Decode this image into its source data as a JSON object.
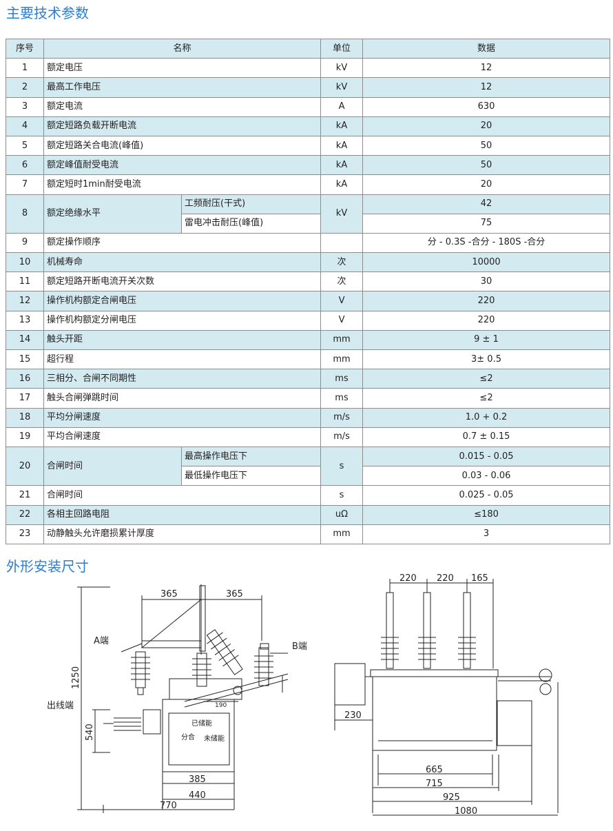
{
  "titles": {
    "params": "主要技术参数",
    "dims": "外形安装尺寸"
  },
  "table": {
    "headers": [
      "序号",
      "名称",
      "单位",
      "数据"
    ],
    "rows": [
      {
        "no": "1",
        "name": "额定电压",
        "unit": "kV",
        "value": "12"
      },
      {
        "no": "2",
        "name": "最高工作电压",
        "unit": "kV",
        "value": "12"
      },
      {
        "no": "3",
        "name": "额定电流",
        "unit": "A",
        "value": "630"
      },
      {
        "no": "4",
        "name": "额定短路负载开断电流",
        "unit": "kA",
        "value": "20"
      },
      {
        "no": "5",
        "name": "额定短路关合电流(峰值)",
        "unit": "kA",
        "value": "50"
      },
      {
        "no": "6",
        "name": "额定峰值耐受电流",
        "unit": "kA",
        "value": "50"
      },
      {
        "no": "7",
        "name": "额定短时1min耐受电流",
        "unit": "kA",
        "value": "20"
      },
      {
        "no": "8",
        "name": "额定绝缘水平",
        "unit": "kV",
        "sub": [
          "工频耐压(干式)",
          "雷电冲击耐压(峰值)"
        ],
        "values": [
          "42",
          "75"
        ]
      },
      {
        "no": "9",
        "name": "额定操作顺序",
        "unit": "",
        "value": "分 - 0.3S -合分 - 180S -合分"
      },
      {
        "no": "10",
        "name": "机械寿命",
        "unit": "次",
        "value": "10000"
      },
      {
        "no": "11",
        "name": "额定短路开断电流开关次数",
        "unit": "次",
        "value": "30"
      },
      {
        "no": "12",
        "name": "操作机构额定合闸电压",
        "unit": "V",
        "value": "220"
      },
      {
        "no": "13",
        "name": "操作机构额定分闸电压",
        "unit": "V",
        "value": "220"
      },
      {
        "no": "14",
        "name": "触头开距",
        "unit": "mm",
        "value": "9 ± 1"
      },
      {
        "no": "15",
        "name": "超行程",
        "unit": "mm",
        "value": "3± 0.5"
      },
      {
        "no": "16",
        "name": "三相分、合闸不同期性",
        "unit": "ms",
        "value": "≤2"
      },
      {
        "no": "17",
        "name": "触头合闸弹跳时间",
        "unit": "ms",
        "value": "≤2"
      },
      {
        "no": "18",
        "name": "平均分闸速度",
        "unit": "m/s",
        "value": "1.0 + 0.2"
      },
      {
        "no": "19",
        "name": "平均合闸速度",
        "unit": "m/s",
        "value": "0.7 ± 0.15"
      },
      {
        "no": "20",
        "name": "合闸时间",
        "unit": "s",
        "sub": [
          "最高操作电压下",
          "最低操作电压下"
        ],
        "values": [
          "0.015 - 0.05",
          "0.03 - 0.06"
        ]
      },
      {
        "no": "21",
        "name": "合闸时间",
        "unit": "s",
        "value": "0.025 - 0.05"
      },
      {
        "no": "22",
        "name": "各相主回路电阻",
        "unit": "uΩ",
        "value": "≤180"
      },
      {
        "no": "23",
        "name": "动静触头允许磨损累计厚度",
        "unit": "mm",
        "value": "3"
      }
    ]
  },
  "drawing_left": {
    "labels": {
      "a_end": "A端",
      "b_end": "B端",
      "out_end": "出线端",
      "stored": "已储能",
      "not_stored": "未储能",
      "open_close": "分合"
    },
    "dims": {
      "w365a": "365",
      "w365b": "365",
      "w190": "190",
      "h1250": "1250",
      "h540": "540",
      "w385": "385",
      "w440": "440",
      "w770": "770"
    }
  },
  "drawing_right": {
    "dims": {
      "w220a": "220",
      "w220b": "220",
      "w165": "165",
      "w230": "230",
      "w665": "665",
      "w715": "715",
      "w925": "925",
      "w1080": "1080"
    }
  },
  "colors": {
    "accent": "#2a7fd4",
    "row_shade": "#d2eaf0",
    "border": "#8c8c8c"
  }
}
